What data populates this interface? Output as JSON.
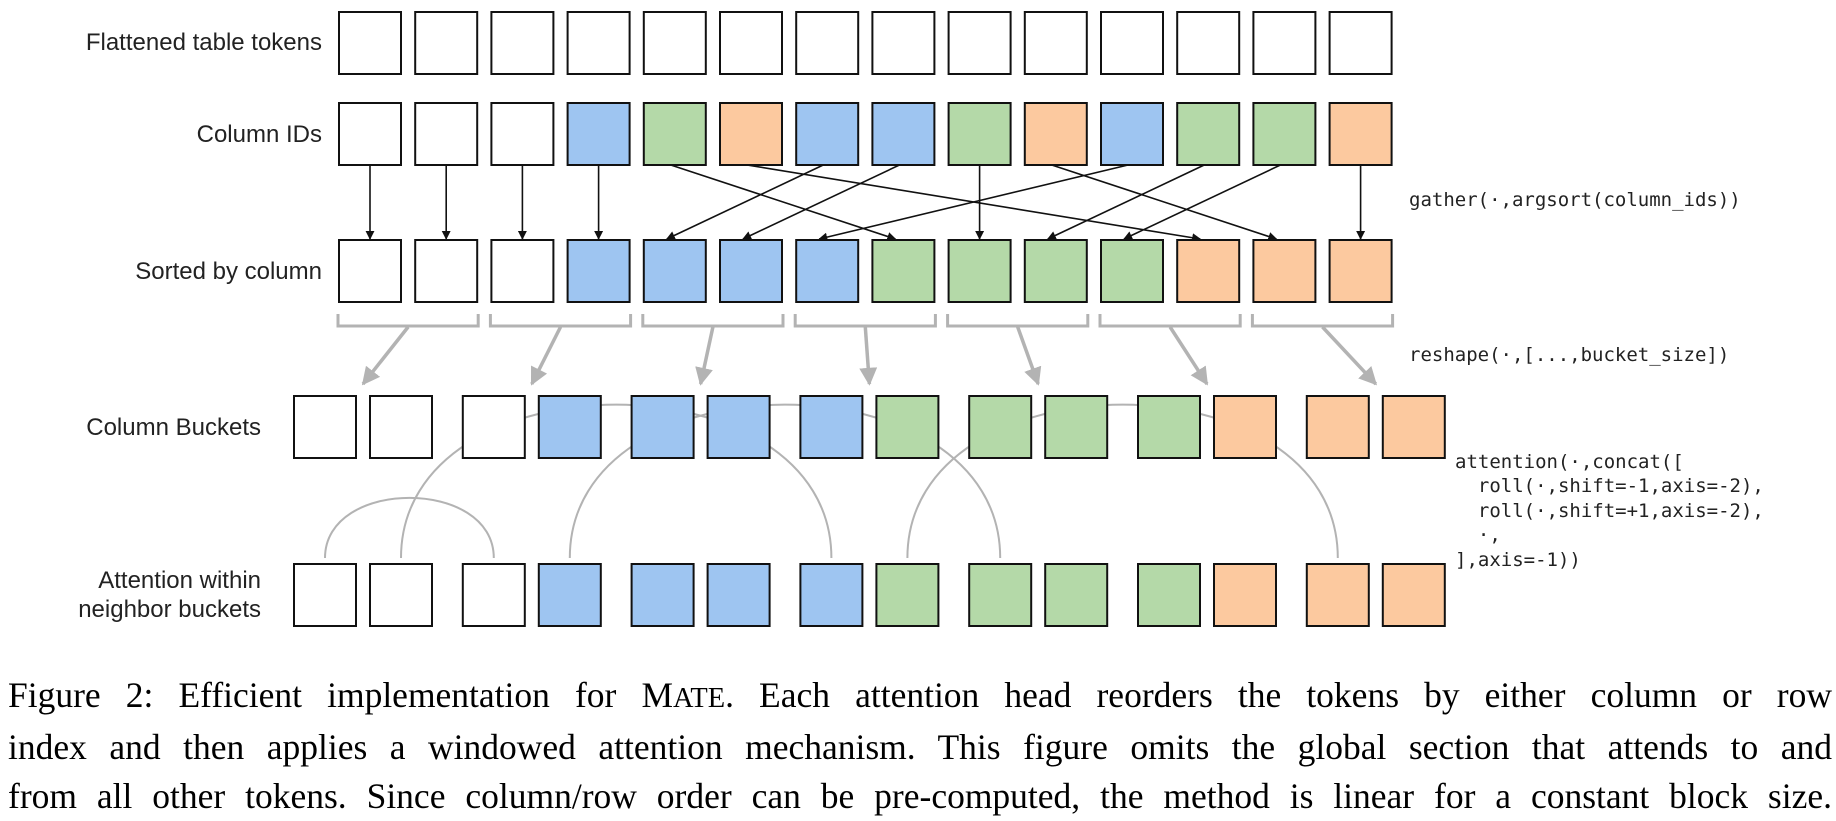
{
  "colors": {
    "none": "#ffffff",
    "blue": "#9ec5f1",
    "green": "#b4d9a8",
    "orange": "#fcc99f",
    "stroke": "#111111",
    "gray": "#b3b3b3"
  },
  "rows": {
    "flattened": {
      "label": "Flattened table tokens",
      "cells": [
        "none",
        "none",
        "none",
        "none",
        "none",
        "none",
        "none",
        "none",
        "none",
        "none",
        "none",
        "none",
        "none",
        "none"
      ]
    },
    "column_ids": {
      "label": "Column IDs",
      "cells": [
        "none",
        "none",
        "none",
        "blue",
        "green",
        "orange",
        "blue",
        "blue",
        "green",
        "orange",
        "blue",
        "green",
        "green",
        "orange"
      ]
    },
    "sorted": {
      "label": "Sorted by column",
      "cells": [
        "none",
        "none",
        "none",
        "blue",
        "blue",
        "blue",
        "blue",
        "green",
        "green",
        "green",
        "green",
        "orange",
        "orange",
        "orange"
      ]
    },
    "buckets": {
      "label": "Column Buckets",
      "groups": [
        [
          "none",
          "none"
        ],
        [
          "none",
          "blue"
        ],
        [
          "blue",
          "blue"
        ],
        [
          "blue",
          "green"
        ],
        [
          "green",
          "green"
        ],
        [
          "green",
          "orange"
        ],
        [
          "orange",
          "orange"
        ]
      ]
    },
    "attention": {
      "label_lines": [
        "Attention within",
        "neighbor buckets"
      ],
      "groups": [
        [
          "none",
          "none"
        ],
        [
          "none",
          "blue"
        ],
        [
          "blue",
          "blue"
        ],
        [
          "blue",
          "green"
        ],
        [
          "green",
          "green"
        ],
        [
          "green",
          "orange"
        ],
        [
          "orange",
          "orange"
        ]
      ]
    }
  },
  "sort_mapping": [
    0,
    1,
    2,
    3,
    7,
    11,
    4,
    5,
    8,
    12,
    6,
    9,
    10,
    13
  ],
  "arc_segments": [
    [
      0,
      2
    ],
    [
      1,
      6
    ],
    [
      3,
      8
    ],
    [
      7,
      12
    ]
  ],
  "ops": {
    "gather": "gather(·,argsort(column_ids))",
    "reshape": "reshape(·,[...,bucket_size])",
    "attention_lines": [
      "attention(·,concat([",
      "  roll(·,shift=-1,axis=-2),",
      "  roll(·,shift=+1,axis=-2),",
      "  ·,",
      "],axis=-1))"
    ]
  },
  "caption": {
    "line1_before": "Figure 2: Efficient implementation for M",
    "line1_smallcaps": "ATE",
    "line1_after": ". Each attention head reorders the tokens by either column or row",
    "line2": "index and then applies a windowed attention mechanism. This figure omits the global section that attends to and",
    "line3": "from all other tokens. Since column/row order can be pre-computed, the method is linear for a constant block size."
  }
}
